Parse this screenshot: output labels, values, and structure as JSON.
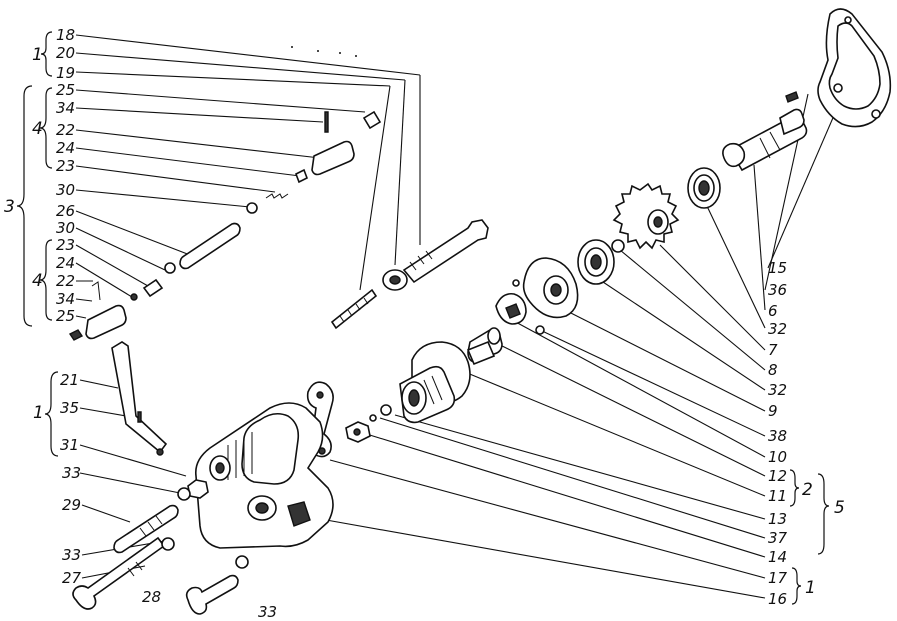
{
  "diagram": {
    "callouts": [
      {
        "key": "18",
        "text": "18"
      },
      {
        "key": "20",
        "text": "20"
      },
      {
        "key": "19",
        "text": "19"
      },
      {
        "key": "25a",
        "text": "25"
      },
      {
        "key": "34a",
        "text": "34"
      },
      {
        "key": "22a",
        "text": "22"
      },
      {
        "key": "24a",
        "text": "24"
      },
      {
        "key": "23a",
        "text": "23"
      },
      {
        "key": "30a",
        "text": "30"
      },
      {
        "key": "26",
        "text": "26"
      },
      {
        "key": "30b",
        "text": "30"
      },
      {
        "key": "23b",
        "text": "23"
      },
      {
        "key": "24b",
        "text": "24"
      },
      {
        "key": "22b",
        "text": "22"
      },
      {
        "key": "34b",
        "text": "34"
      },
      {
        "key": "25b",
        "text": "25"
      },
      {
        "key": "21",
        "text": "21"
      },
      {
        "key": "35",
        "text": "35"
      },
      {
        "key": "31",
        "text": "31"
      },
      {
        "key": "33a",
        "text": "33"
      },
      {
        "key": "29",
        "text": "29"
      },
      {
        "key": "33b",
        "text": "33"
      },
      {
        "key": "27",
        "text": "27"
      },
      {
        "key": "28",
        "text": "28"
      },
      {
        "key": "33c",
        "text": "33"
      },
      {
        "key": "15",
        "text": "15"
      },
      {
        "key": "36a",
        "text": "36"
      },
      {
        "key": "6",
        "text": "6"
      },
      {
        "key": "32a",
        "text": "32"
      },
      {
        "key": "7",
        "text": "7"
      },
      {
        "key": "8",
        "text": "8"
      },
      {
        "key": "32b",
        "text": "32"
      },
      {
        "key": "9",
        "text": "9"
      },
      {
        "key": "38",
        "text": "38"
      },
      {
        "key": "10",
        "text": "10"
      },
      {
        "key": "12",
        "text": "12"
      },
      {
        "key": "11",
        "text": "11"
      },
      {
        "key": "13",
        "text": "13"
      },
      {
        "key": "37",
        "text": "37"
      },
      {
        "key": "14",
        "text": "14"
      },
      {
        "key": "17",
        "text": "17"
      },
      {
        "key": "16",
        "text": "16"
      }
    ],
    "groups": [
      {
        "key": "g1_top",
        "text": "1"
      },
      {
        "key": "g4_top",
        "text": "4"
      },
      {
        "key": "g3",
        "text": "3"
      },
      {
        "key": "g4_bottom",
        "text": "4"
      },
      {
        "key": "g1_left",
        "text": "1"
      },
      {
        "key": "g2",
        "text": "2"
      },
      {
        "key": "g5",
        "text": "5"
      },
      {
        "key": "g1_right",
        "text": "1"
      }
    ]
  }
}
